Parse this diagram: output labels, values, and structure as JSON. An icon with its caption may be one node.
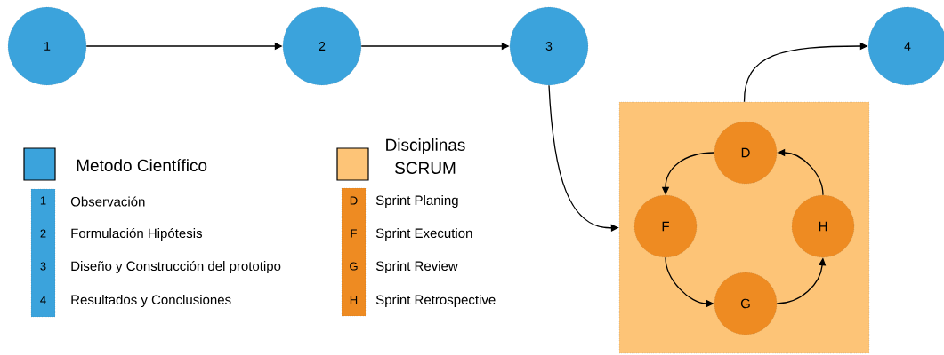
{
  "diagram": {
    "nodes": [
      {
        "text": [
          "1"
        ]
      },
      {
        "text": [
          "2"
        ]
      },
      {
        "text": [
          "3"
        ]
      },
      {
        "text": [
          "4"
        ]
      },
      {
        "text": [],
        "shape": "box"
      },
      {
        "text": [
          "D"
        ],
        "in": 4
      },
      {
        "text": [
          "F"
        ],
        "in": 4
      },
      {
        "text": [
          "H"
        ],
        "in": 4
      },
      {
        "text": [
          "G"
        ],
        "in": 4
      }
    ],
    "edges": [
      {
        "from": 0,
        "to": 1,
        "arrow": "to"
      },
      {
        "from": 1,
        "to": 2,
        "arrow": "to"
      },
      {
        "from": 2,
        "to": 4,
        "arrow": "to"
      },
      {
        "from": 4,
        "to": 3,
        "arrow": "to"
      },
      {
        "from": 5,
        "to": 6,
        "arrow": "to"
      },
      {
        "from": 6,
        "to": 8,
        "arrow": "to"
      },
      {
        "from": 8,
        "to": 7,
        "arrow": "to"
      },
      {
        "from": 7,
        "to": 5,
        "arrow": "to"
      }
    ],
    "labels": [
      "1",
      "Observación",
      "2",
      "Formulación Hipótesis",
      "3",
      "Diseño y Construcción del prototipo",
      "4",
      "Resultados y Conclusiones",
      "D",
      "Sprint Planing",
      "F",
      "Sprint Execution",
      "G",
      "Sprint Review",
      "H",
      "Sprint Retrospective"
    ],
    "legend": [
      {
        "text": "Metodo Científico",
        "color": "#3ba3dc"
      },
      {
        "text": "Disciplinas SCRUM",
        "color": "#fdc477"
      }
    ]
  }
}
